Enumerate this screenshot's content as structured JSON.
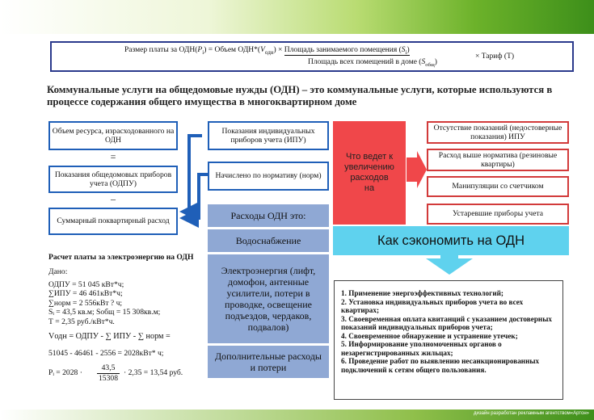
{
  "formula": {
    "left": "Размер платы за ОДН(",
    "pi": "P",
    "pi_sub": "i",
    "middle": ") = Объем ОДН*(",
    "v": "V",
    "v_sub": "одн",
    "close": ") ×",
    "numerator": "Площадь занимаемого помещения (",
    "numer_s": "S",
    "numer_s_sub": "i",
    "numer_end": ")",
    "denominator": "Площадь всех помещений в доме (",
    "denom_s": "S",
    "denom_s_sub": "общ",
    "denom_end": ")",
    "tariff": "× Тариф (Т)"
  },
  "heading": "Коммунальные услуги на общедомовые нужды (ОДН) – это коммунальные услуги, которые используются в процессе содержания общего имущества в многоквартирном доме",
  "left_column": {
    "box1": "Объем ресурса, израсходованного на ОДН",
    "eq": "=",
    "box2": "Показания общедомовых приборов учета (ОДПУ)",
    "minus": "–",
    "box3": "Суммарный поквартирный расход"
  },
  "middle_column": {
    "box1": "Показания индивидуальных приборов учета (ИПУ)",
    "box2": "Начислено по нормативу (норм)",
    "items": [
      "Расходы ОДН это:",
      "Водоснабжение",
      "Электроэнергия (лифт, домофон, антенные усилители, потери в проводке, освещение подъездов, чердаков, подвалов)",
      "Дополнительные расходы и потери"
    ]
  },
  "what_box": "Что ведет к увеличению расходов на",
  "reasons": [
    "Отсутствие показаний (недостоверные показания) ИПУ",
    "Расход выше норматива (резиновые квартиры)",
    "Манипуляции со счетчиком",
    "Устаревшие приборы учета"
  ],
  "save_title": "Как сэкономить на ОДН",
  "save_list": [
    "1. Применение энергоэффективных технологий;",
    "2. Установка индивидуальных приборов учета во всех квартирах;",
    "3. Своевременная оплата квитанций с указанием достоверных показаний индивидуальных приборов учета;",
    "4. Своевременное обнаружение и устранение утечек;",
    "5. Информирование уполномоченных органов о незарегистрированных жильцах;",
    "6. Проведение работ по выявлению несанкционированных подключений к сетям общего пользования."
  ],
  "calc": {
    "title": "Расчет платы за электроэнергию на ОДН",
    "given": "Дано:",
    "lines": [
      "ОДПУ = 51 045 кВт*ч;",
      "∑ИПУ = 46 461кВт*ч;",
      "∑норм = 2 556кВт ? ч;",
      "Sᵢ = 43,5 кв.м;      Sобщ = 15 308кв.м;",
      "Т = 2,35 руб./кВт*ч."
    ],
    "vodn_line": "Vодн = ОДПУ - ∑ ИПУ - ∑ норм =",
    "result_line": "51045 - 46461 - 2556 = 2028кВт* ч;",
    "pi_prefix": "Pᵢ = 2028 ·",
    "pi_num": "43,5",
    "pi_den": "15308",
    "pi_suffix": "· 2,35 = 13,54 руб."
  },
  "footer": "дизайн разработан рекламным агентством«Артон»",
  "colors": {
    "blue_border": "#1f5fb8",
    "red_fill": "#f0474a",
    "red_border": "#d23a3a",
    "cyan": "#5fd2ee",
    "blue_fill": "#8fa8d4"
  }
}
